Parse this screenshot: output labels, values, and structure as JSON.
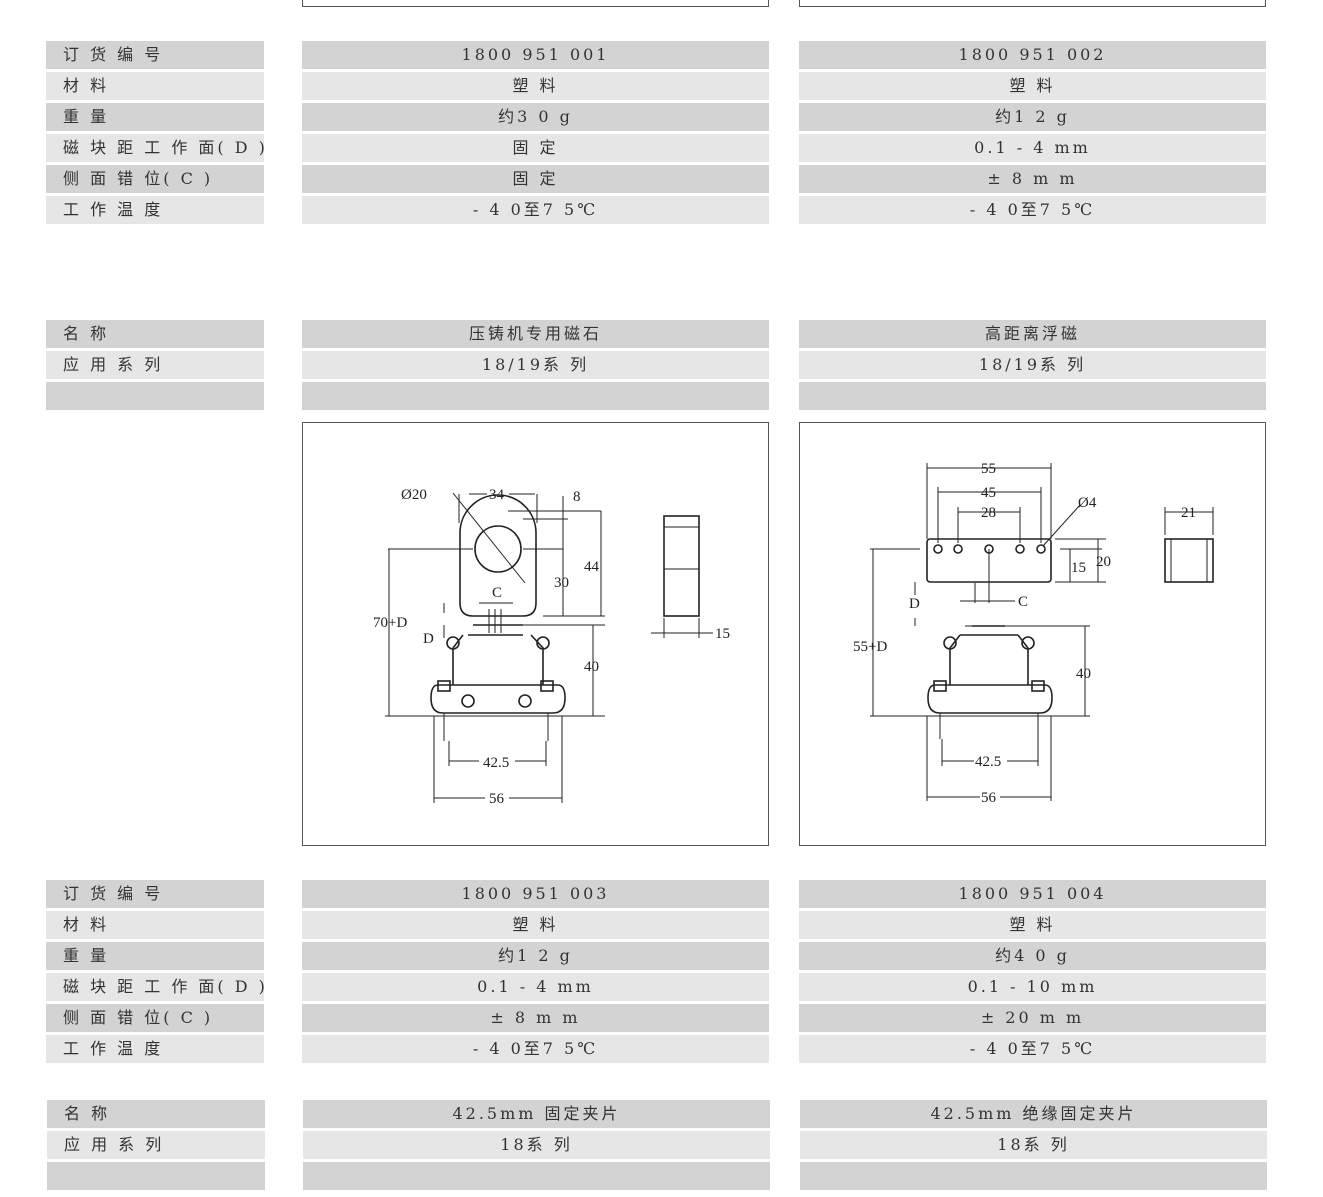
{
  "labels_spec": [
    "订 货 编 号",
    "材 料",
    "重 量",
    "磁 块 距 工 作 面( D )",
    "侧 面 错 位( C )",
    "工 作 温 度"
  ],
  "labels_name": [
    "名 称",
    "应 用 系 列",
    ""
  ],
  "table1": [
    [
      "1800 951 001",
      "塑 料",
      "约3 0 g",
      "固 定",
      "固 定",
      "- 4 0至7 5℃"
    ],
    [
      "1800 951 002",
      "塑 料",
      "约1 2 g",
      "0.1 - 4 mm",
      "±  8 m m",
      "- 4 0至7 5℃"
    ]
  ],
  "table2": [
    [
      "压铸机专用磁石",
      "18/19系 列",
      ""
    ],
    [
      "高距离浮磁",
      "18/19系 列",
      ""
    ]
  ],
  "table3": [
    [
      "1800 951 003",
      "塑 料",
      "约1 2 g",
      "0.1 - 4 mm",
      "±  8 m m",
      "- 4 0至7 5℃"
    ],
    [
      "1800 951 004",
      "塑 料",
      "约4 0 g",
      "0.1 - 10 mm",
      "±  20 m m",
      "- 4 0至7 5℃"
    ]
  ],
  "table4": [
    [
      "42.5mm 固定夹片",
      "18系 列",
      ""
    ],
    [
      "42.5mm 绝缘固定夹片",
      "18系 列",
      ""
    ]
  ],
  "drawing1": {
    "d20": "Ø20",
    "w34": "34",
    "w8": "8",
    "h44": "44",
    "h30": "30",
    "c": "C",
    "h70d": "70+D",
    "d": "D",
    "h40": "40",
    "w425": "42.5",
    "w56": "56",
    "w15": "15"
  },
  "drawing2": {
    "w55": "55",
    "w45": "45",
    "w28": "28",
    "d4": "Ø4",
    "w21": "21",
    "h15": "15",
    "h20": "20",
    "d": "D",
    "c": "C",
    "h55d": "55+D",
    "h40": "40",
    "w425": "42.5",
    "w56": "56"
  }
}
